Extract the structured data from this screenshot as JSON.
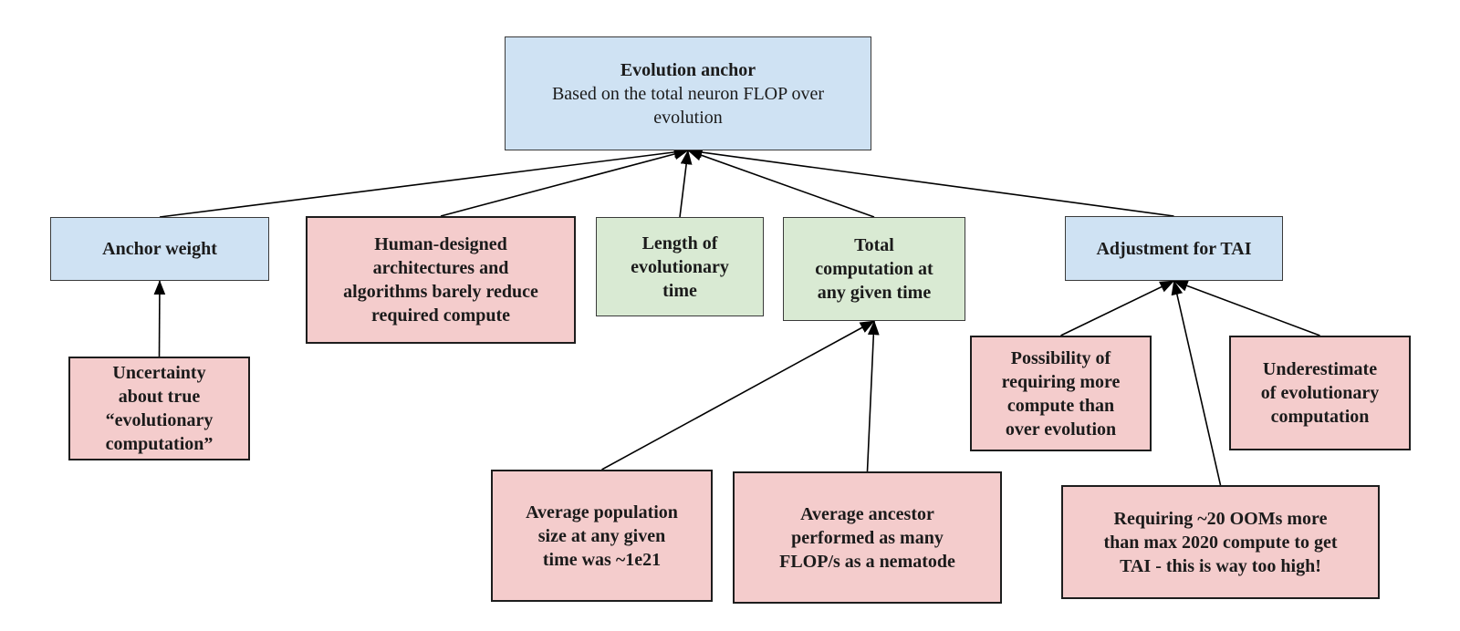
{
  "diagram": {
    "name": "Evolution anchor argument diagram",
    "colors": {
      "blue": "#cfe2f3",
      "pink": "#f4cccc",
      "green": "#d9ead3",
      "line": "#000000",
      "text": "#1b1b1b"
    },
    "nodes": {
      "evolution_anchor": {
        "title": "Evolution anchor",
        "subtitle": "Based on the total neuron FLOP over\nevolution",
        "color": "blue"
      },
      "anchor_weight": {
        "label": "Anchor weight",
        "color": "blue"
      },
      "human_designed": {
        "label": "Human-designed\narchitectures and\nalgorithms barely reduce\nrequired compute",
        "color": "pink"
      },
      "length_time": {
        "label": "Length of\nevolutionary\ntime",
        "color": "green"
      },
      "total_computation": {
        "label": "Total\ncomputation at\nany given time",
        "color": "green"
      },
      "adjustment_tai": {
        "label": "Adjustment for TAI",
        "color": "blue"
      },
      "uncertainty": {
        "label": "Uncertainty\nabout true\n“evolutionary\ncomputation”",
        "color": "pink"
      },
      "possibility": {
        "label": "Possibility of\nrequiring more\ncompute than\nover evolution",
        "color": "pink"
      },
      "underestimate": {
        "label": "Underestimate\nof evolutionary\ncomputation",
        "color": "pink"
      },
      "avg_population": {
        "label": "Average population\nsize at any given\ntime was ~1e21",
        "color": "pink"
      },
      "avg_ancestor": {
        "label": "Average ancestor\nperformed as many\nFLOP/s as a nematode",
        "color": "pink"
      },
      "requiring_ooms": {
        "label": "Requiring ~20 OOMs more\nthan max 2020 compute to get\nTAI  - this is way too high!",
        "color": "pink"
      }
    },
    "edges": [
      {
        "from": "anchor_weight",
        "to": "evolution_anchor"
      },
      {
        "from": "human_designed",
        "to": "evolution_anchor"
      },
      {
        "from": "length_time",
        "to": "evolution_anchor"
      },
      {
        "from": "total_computation",
        "to": "evolution_anchor"
      },
      {
        "from": "adjustment_tai",
        "to": "evolution_anchor"
      },
      {
        "from": "uncertainty",
        "to": "anchor_weight"
      },
      {
        "from": "avg_population",
        "to": "total_computation"
      },
      {
        "from": "avg_ancestor",
        "to": "total_computation"
      },
      {
        "from": "possibility",
        "to": "adjustment_tai"
      },
      {
        "from": "requiring_ooms",
        "to": "adjustment_tai"
      },
      {
        "from": "underestimate",
        "to": "adjustment_tai"
      }
    ]
  }
}
